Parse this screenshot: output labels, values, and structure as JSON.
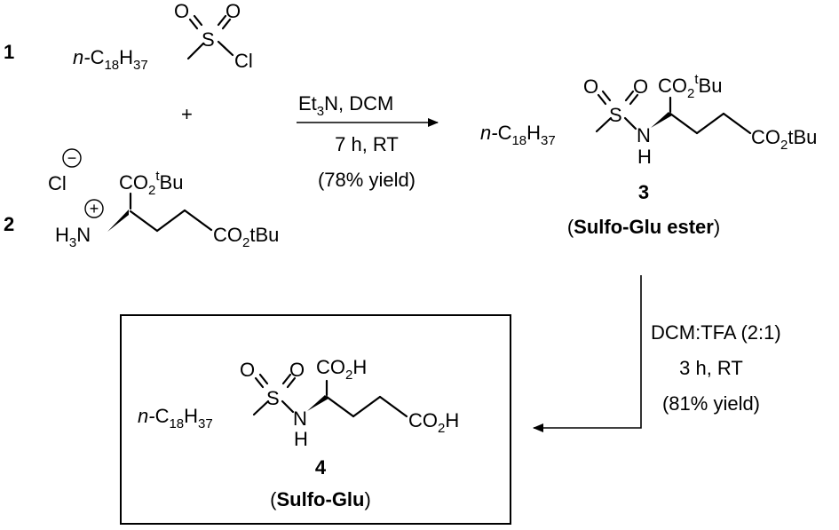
{
  "compounds": {
    "c1": {
      "number": "1",
      "chain_prefix": "n-",
      "chain": "C",
      "chain_sub1": "18",
      "chain_h": "H",
      "chain_sub2": "37",
      "s": "S",
      "o": "O",
      "cl": "Cl"
    },
    "plus": "+",
    "c2": {
      "number": "2",
      "counterion": "Cl",
      "minus_sign": "−",
      "plus_sign": "+",
      "amine_h": "H",
      "amine_sub": "3",
      "amine_n": "N",
      "ester_top_co": "CO",
      "ester_top_sub": "2",
      "ester_top_sup": "t",
      "ester_top_bu": "Bu",
      "ester_bottom": "CO",
      "ester_bottom_sub": "2",
      "ester_bottom_tbu": "tBu"
    },
    "c3": {
      "number": "3",
      "name_open": "(",
      "name": "Sulfo-Glu ester",
      "name_close": ")",
      "nh_n": "N",
      "nh_h": "H"
    },
    "c4": {
      "number": "4",
      "name_open": "(",
      "name": "Sulfo-Glu",
      "name_close": ")",
      "acid_co": "CO",
      "acid_sub": "2",
      "acid_h": "H"
    }
  },
  "steps": [
    {
      "reagent_et": "Et",
      "reagent_sub": "3",
      "reagent_rest": "N, DCM",
      "time": "7 h, RT",
      "yield": "(78% yield)"
    },
    {
      "solvent": "DCM:TFA (2:1)",
      "time": "3 h, RT",
      "yield": "(81% yield)"
    }
  ]
}
